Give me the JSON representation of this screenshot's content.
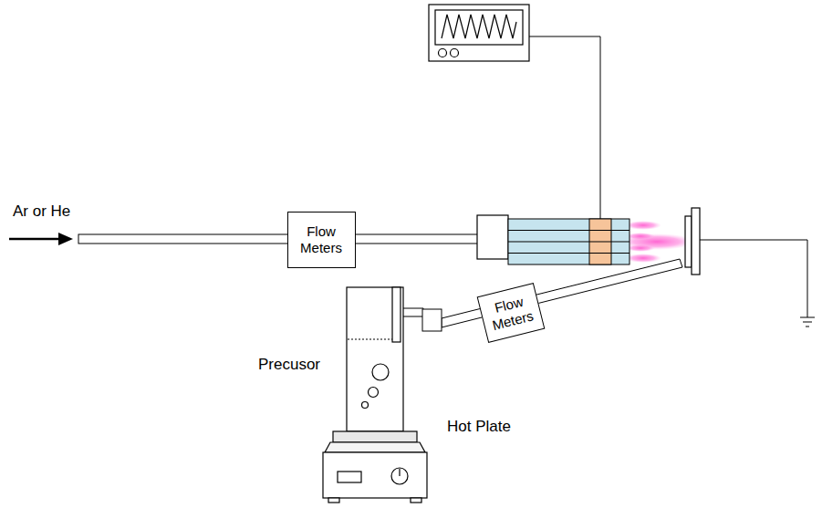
{
  "diagram": {
    "nodes": [
      {
        "text": [
          "Flow Meters"
        ]
      },
      {
        "text": [
          "Flow Meters"
        ]
      }
    ],
    "labels": [
      "Ar or He",
      "Precusor",
      "Hot Plate"
    ]
  }
}
